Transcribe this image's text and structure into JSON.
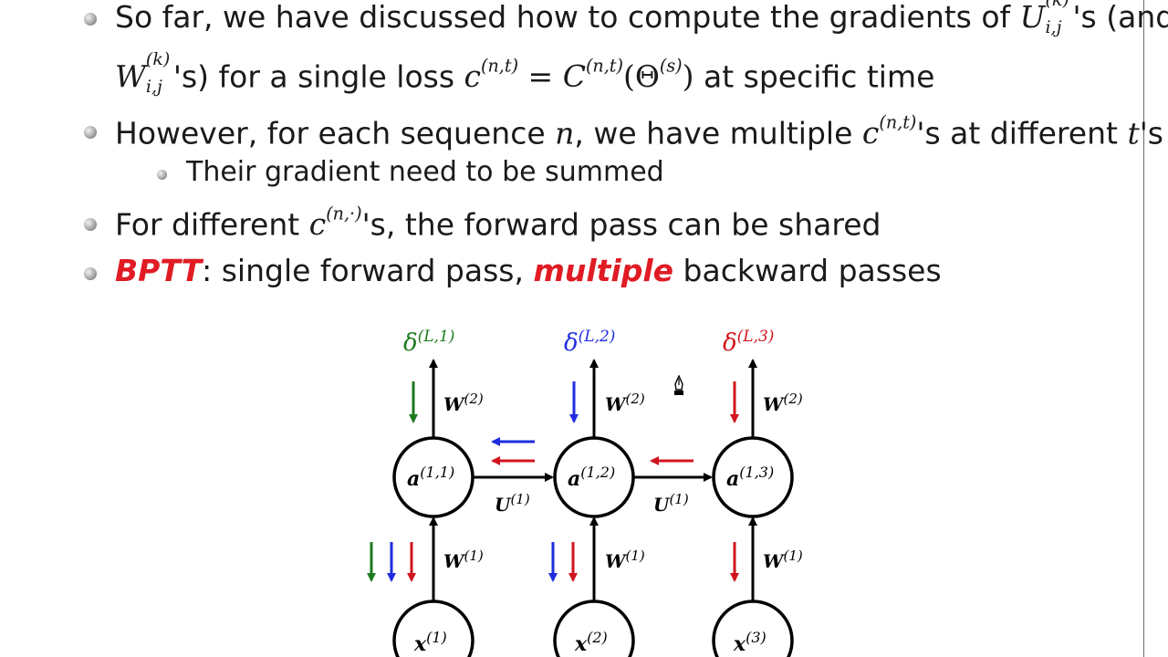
{
  "bullets": {
    "b1_line1_pre": "So far, we have discussed how to compute the gradients of ",
    "b1_U": "U",
    "b1_U_sup": "(k)",
    "b1_U_sub": "i,j",
    "b1_line1_post": "'s (and",
    "b1_W": "W",
    "b1_W_sup": "(k)",
    "b1_W_sub": "i,j",
    "b1_line2_mid": "'s) for a single loss ",
    "b1_c": "c",
    "b1_c_sup": "(n,t)",
    "b1_eq": " = ",
    "b1_C": "C",
    "b1_C_sup": "(n,t)",
    "b1_theta": "(Θ",
    "b1_theta_sup": "(s)",
    "b1_theta_close": ")",
    "b1_line2_post": " at specific time",
    "b2_pre": "However, for each sequence ",
    "b2_n": "n",
    "b2_mid": ", we have multiple ",
    "b2_c": "c",
    "b2_c_sup": "(n,t)",
    "b2_mid2": "'s at different ",
    "b2_t": "t",
    "b2_post": "'s",
    "b2_sub": "Their gradient need to be summed",
    "b3_pre": "For different ",
    "b3_c": "c",
    "b3_c_sup": "(n,·)",
    "b3_post": "'s, the forward pass can be shared",
    "b4_bptt": "BPTT",
    "b4_mid": ": single forward pass, ",
    "b4_multiple": "multiple",
    "b4_post": " backward passes"
  },
  "diagram": {
    "deltas": [
      {
        "base": "δ",
        "sup": "(L,1)"
      },
      {
        "base": "δ",
        "sup": "(L,2)"
      },
      {
        "base": "δ",
        "sup": "(L,3)"
      }
    ],
    "hidden": [
      {
        "base": "a",
        "sup": "(1,1)"
      },
      {
        "base": "a",
        "sup": "(1,2)"
      },
      {
        "base": "a",
        "sup": "(1,3)"
      }
    ],
    "inputs": [
      {
        "base": "x",
        "sup": "(1)"
      },
      {
        "base": "x",
        "sup": "(2)"
      },
      {
        "base": "x",
        "sup": "(3)"
      }
    ],
    "w2": {
      "base": "W",
      "sup": "(2)"
    },
    "w1": {
      "base": "W",
      "sup": "(1)"
    },
    "u1": {
      "base": "U",
      "sup": "(1)"
    }
  },
  "colors": {
    "green": "#1f7a1f",
    "blue": "#1f2de0",
    "red": "#d0151e",
    "accent_red": "#e01b24"
  }
}
